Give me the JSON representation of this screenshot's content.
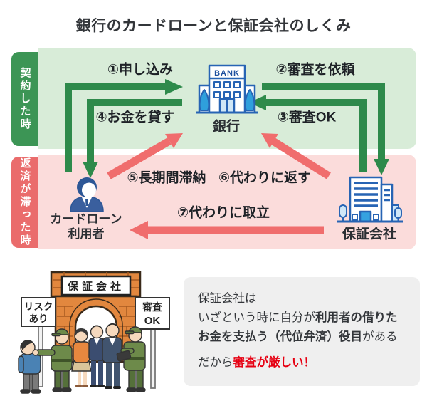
{
  "title": "銀行のカードローンと保証会社のしくみ",
  "sections": {
    "contract": {
      "label": "契約した時"
    },
    "overdue": {
      "label": "返済が滞った時"
    }
  },
  "entities": {
    "bank": {
      "sign": "BANK",
      "label": "銀行"
    },
    "user": {
      "label_line1": "カードローン",
      "label_line2": "利用者"
    },
    "guarantor": {
      "label": "保証会社"
    }
  },
  "flows": {
    "f1": {
      "label": "①申し込み"
    },
    "f2": {
      "label": "②審査を依頼"
    },
    "f3": {
      "label": "③審査OK"
    },
    "f4": {
      "label": "④お金を貸す"
    },
    "f5": {
      "label": "⑤長期間滞納"
    },
    "f6": {
      "label": "⑥代わりに返す"
    },
    "f7": {
      "label": "⑦代わりに取立"
    }
  },
  "illustration": {
    "gate_sign": "保証会社",
    "left_sign": {
      "line1": "リスク",
      "line2": "あり"
    },
    "right_sign": {
      "line1": "審査",
      "line2": "OK"
    }
  },
  "note": {
    "line1": "保証会社は",
    "line2_normal": "いざという時に自分が",
    "line2_bold": "利用者の借りた",
    "line3_bold": "お金を支払う（代位弁済）役目",
    "line3_suffix": "がある",
    "line4_prefix": "だから",
    "line4_red": "審査が厳しい！"
  },
  "colors": {
    "green_arrow": "#2e8a4b",
    "green_sidebar": "#3c9555",
    "green_panel": "#d8ecd8",
    "red_arrow": "#f06d6d",
    "red_sidebar": "#ea6c6c",
    "pink_panel": "#fbdcdb",
    "blue_outline": "#2764b4",
    "note_red": "#e60012"
  }
}
